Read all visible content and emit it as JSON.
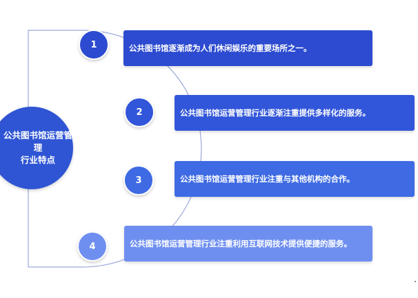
{
  "center": {
    "label_line1": "公共图书馆运营管理",
    "label_line2": "行业特点"
  },
  "items": [
    {
      "number": "1",
      "text": "公共图书馆逐渐成为人们休闲娱乐的重要场所之一。",
      "color": "#2c4bd0"
    },
    {
      "number": "2",
      "text": "公共图书馆运营管理行业逐渐注重提供多样化的服务。",
      "color": "#3256da"
    },
    {
      "number": "3",
      "text": "公共图书馆运营管理行业注重与其他机构的合作。",
      "color": "#3e6ae3"
    },
    {
      "number": "4",
      "text": "公共图书馆运营管理行业注重利用互联网技术提供便捷的服务。",
      "color": "#6f8ff0"
    }
  ],
  "colors": {
    "center": "#2f55d4",
    "arc": "#9aa7d8"
  }
}
